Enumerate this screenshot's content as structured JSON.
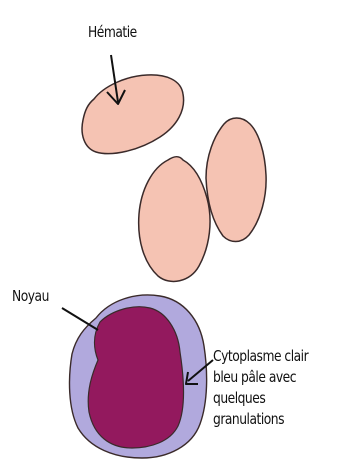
{
  "labels": {
    "hematie": "Hématie",
    "noyau": "Noyau",
    "cytoplasme": [
      "Cytoplasme clair",
      "bleu pâle avec",
      "quelques",
      "granulations"
    ]
  },
  "colors": {
    "hematie_fill": "#f5c3b3",
    "cytoplasm_fill": "#b1a9dd",
    "nucleus_fill": "#93195e",
    "outline": "#3a2a2a"
  }
}
